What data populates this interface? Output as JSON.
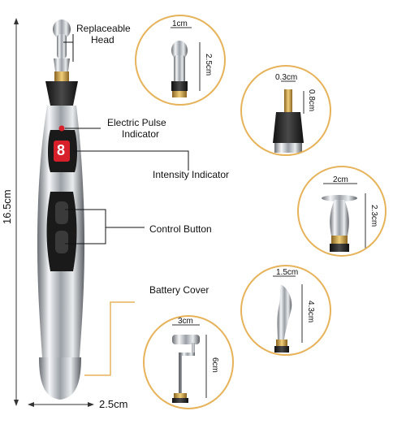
{
  "labels": {
    "replaceable_head_line1": "Replaceable",
    "replaceable_head_line2": "Head",
    "electric_pulse_line1": "Electric Pulse",
    "electric_pulse_line2": "Indicator",
    "intensity_indicator": "Intensity Indicator",
    "control_button": "Control Button",
    "battery_cover": "Battery Cover"
  },
  "dimensions": {
    "pen_length": "16.5cm",
    "pen_width": "2.5cm",
    "head1_width": "1cm",
    "head1_height": "2.5cm",
    "head2_width": "0.3cm",
    "head2_height": "0.8cm",
    "head3_width": "2cm",
    "head3_height": "2.3cm",
    "head4_width": "1.5cm",
    "head4_height": "4.3cm",
    "head5_width": "3cm",
    "head5_height": "6cm"
  },
  "display": {
    "digit": "8"
  },
  "colors": {
    "accent_line": "#e6b35a",
    "indicator_red": "#d8202a",
    "metal": "#c9cdd1",
    "dark": "#222222",
    "gold": "#c89a3c"
  }
}
